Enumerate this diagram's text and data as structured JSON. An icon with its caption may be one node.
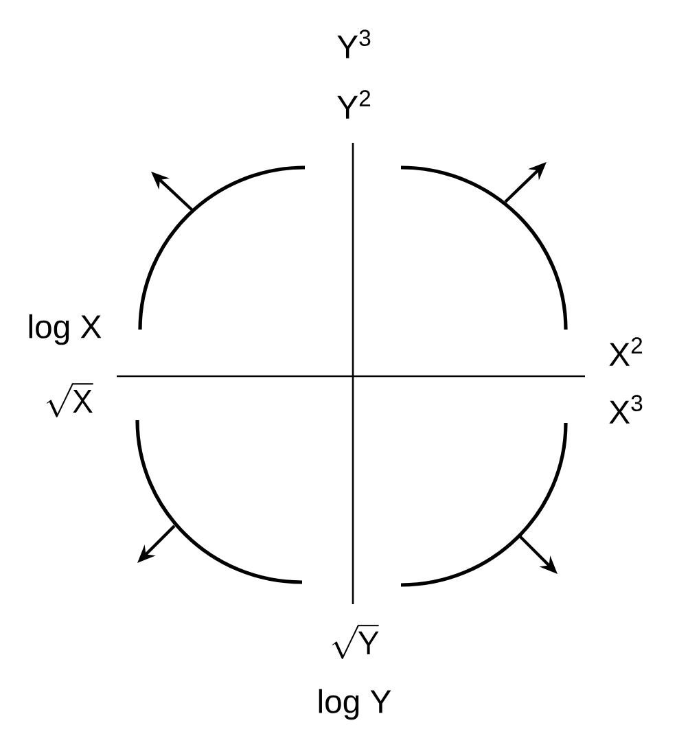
{
  "diagram": {
    "labels": [
      "Y$^{3}$",
      "Y$^{2}$",
      "log X",
      "\\sqrt{\\mathsf{X}}",
      "X$^{2}$",
      "X$^{3}$",
      "\\sqrt{\\mathsf{Y}}",
      "log Y"
    ]
  }
}
